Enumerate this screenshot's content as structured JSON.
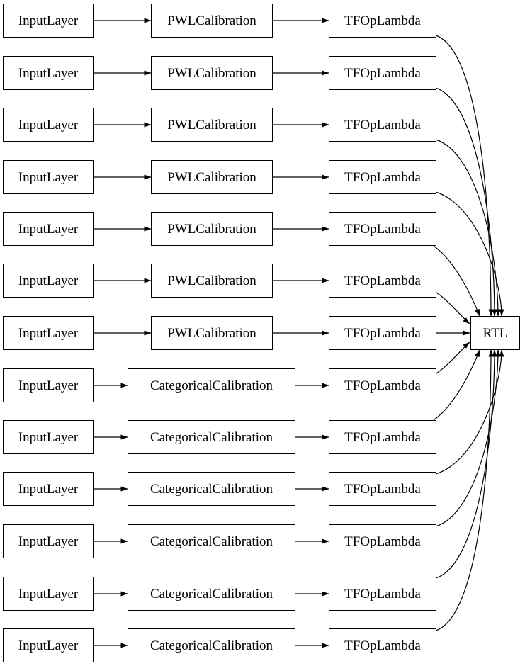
{
  "diagram": {
    "rtl": {
      "label": "RTL"
    },
    "rows": [
      {
        "input": "InputLayer",
        "calibration": "PWLCalibration",
        "op": "TFOpLambda"
      },
      {
        "input": "InputLayer",
        "calibration": "PWLCalibration",
        "op": "TFOpLambda"
      },
      {
        "input": "InputLayer",
        "calibration": "PWLCalibration",
        "op": "TFOpLambda"
      },
      {
        "input": "InputLayer",
        "calibration": "PWLCalibration",
        "op": "TFOpLambda"
      },
      {
        "input": "InputLayer",
        "calibration": "PWLCalibration",
        "op": "TFOpLambda"
      },
      {
        "input": "InputLayer",
        "calibration": "PWLCalibration",
        "op": "TFOpLambda"
      },
      {
        "input": "InputLayer",
        "calibration": "PWLCalibration",
        "op": "TFOpLambda"
      },
      {
        "input": "InputLayer",
        "calibration": "CategoricalCalibration",
        "op": "TFOpLambda"
      },
      {
        "input": "InputLayer",
        "calibration": "CategoricalCalibration",
        "op": "TFOpLambda"
      },
      {
        "input": "InputLayer",
        "calibration": "CategoricalCalibration",
        "op": "TFOpLambda"
      },
      {
        "input": "InputLayer",
        "calibration": "CategoricalCalibration",
        "op": "TFOpLambda"
      },
      {
        "input": "InputLayer",
        "calibration": "CategoricalCalibration",
        "op": "TFOpLambda"
      },
      {
        "input": "InputLayer",
        "calibration": "CategoricalCalibration",
        "op": "TFOpLambda"
      }
    ],
    "colors": {
      "background": "#ffffff",
      "node_fill": "#ffffff",
      "node_border": "#000000",
      "edge": "#000000"
    }
  }
}
